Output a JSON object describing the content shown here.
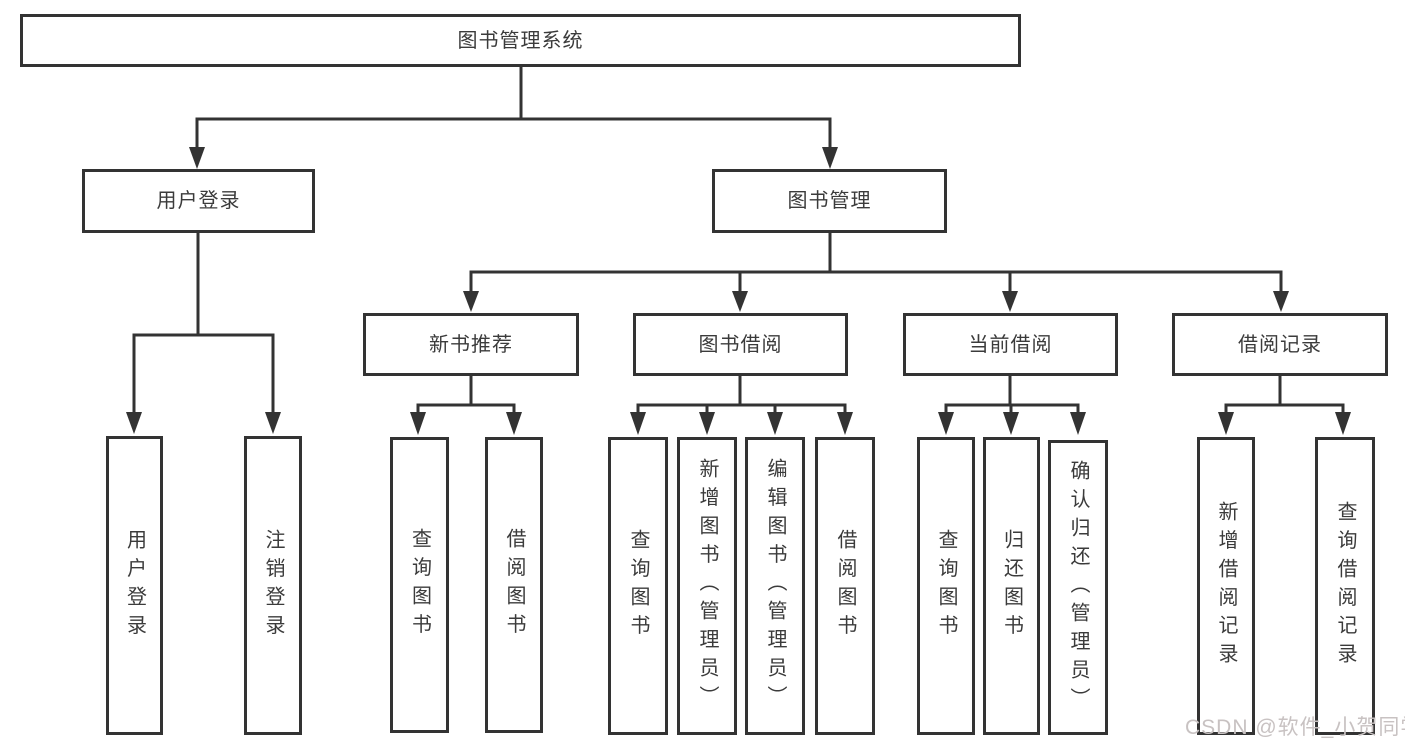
{
  "diagram": {
    "title": "图书管理系统",
    "type": "hierarchy-tree",
    "colors": {
      "line": "#333333",
      "text": "#3b3b3b",
      "box_background": "#ffffff",
      "watermark": "#c8c2c2"
    },
    "root": {
      "label": "图书管理系统"
    },
    "tree": {
      "login": {
        "label": "用户登录",
        "children": [
          {
            "label": "用户登录"
          },
          {
            "label": "注销登录"
          }
        ]
      },
      "management": {
        "label": "图书管理",
        "groups": [
          {
            "label": "新书推荐",
            "children": [
              {
                "label": "查询图书"
              },
              {
                "label": "借阅图书"
              }
            ]
          },
          {
            "label": "图书借阅",
            "children": [
              {
                "label": "查询图书"
              },
              {
                "label": "新增图书（管理员）"
              },
              {
                "label": "编辑图书（管理员）"
              },
              {
                "label": "借阅图书"
              }
            ]
          },
          {
            "label": "当前借阅",
            "children": [
              {
                "label": "查询图书"
              },
              {
                "label": "归还图书"
              },
              {
                "label": "确认归还（管理员）"
              }
            ]
          },
          {
            "label": "借阅记录",
            "children": [
              {
                "label": "新增借阅记录"
              },
              {
                "label": "查询借阅记录"
              }
            ]
          }
        ]
      }
    },
    "watermark": {
      "text": "CSDN @软件_小贺同学"
    }
  }
}
